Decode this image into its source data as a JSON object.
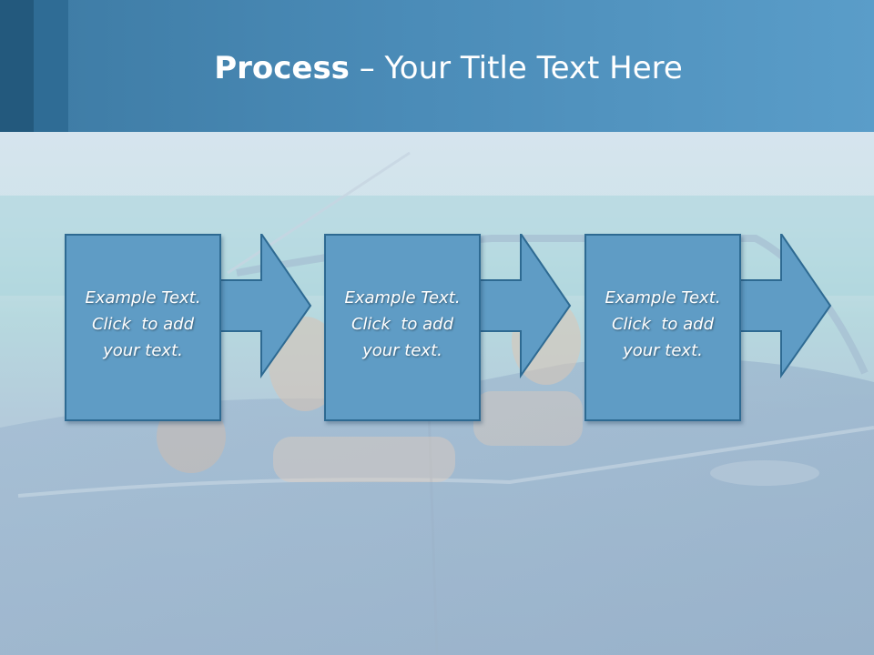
{
  "slide": {
    "title_bold": "Process",
    "title_rest": " – Your Title Text Here"
  },
  "steps": [
    {
      "line1": "Example Text.",
      "line2": "Click  to add",
      "line3": "your text."
    },
    {
      "line1": "Example Text.",
      "line2": "Click  to add",
      "line3": "your text."
    },
    {
      "line1": "Example Text.",
      "line2": "Click  to add",
      "line3": "your text."
    }
  ],
  "colors": {
    "header": "#4a8bb7",
    "box_fill": "#5f9cc5",
    "box_border": "#2e6a92",
    "text": "#ffffff"
  }
}
